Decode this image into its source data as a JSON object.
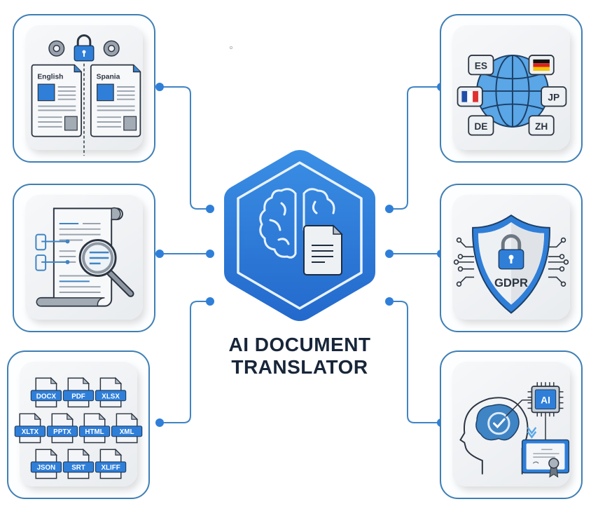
{
  "title": {
    "line1": "AI DOCUMENT",
    "line2": "TRANSLATOR"
  },
  "center": {
    "icon": "brain-document-icon",
    "hex_color": "#2f7fd9"
  },
  "cards": {
    "side_by_side": {
      "icon": "side-by-side-documents-icon",
      "left_doc_label": "English",
      "right_doc_label": "Spania"
    },
    "languages": {
      "icon": "globe-languages-icon",
      "bubbles": [
        "ES",
        "JP",
        "DE",
        "ZH"
      ],
      "flags": [
        "germany-flag",
        "france-flag"
      ]
    },
    "document_analysis": {
      "icon": "document-magnifier-icon"
    },
    "gdpr": {
      "icon": "gdpr-shield-icon",
      "label": "GDPR"
    },
    "formats": {
      "icon": "file-formats-icon",
      "rows": [
        [
          "DOCX",
          "PDF",
          "XLSX"
        ],
        [
          "XLTX",
          "PPTX",
          "HTML",
          "XML"
        ],
        [
          "JSON",
          "SRT",
          "XLIFF"
        ]
      ]
    },
    "human_ai": {
      "icon": "human-ai-certified-icon",
      "chip_label": "AI"
    }
  },
  "colors": {
    "accent": "#2f7fd9",
    "line": "#3f7fb5",
    "dark": "#18263a",
    "light_blue": "#5aa6e6"
  }
}
